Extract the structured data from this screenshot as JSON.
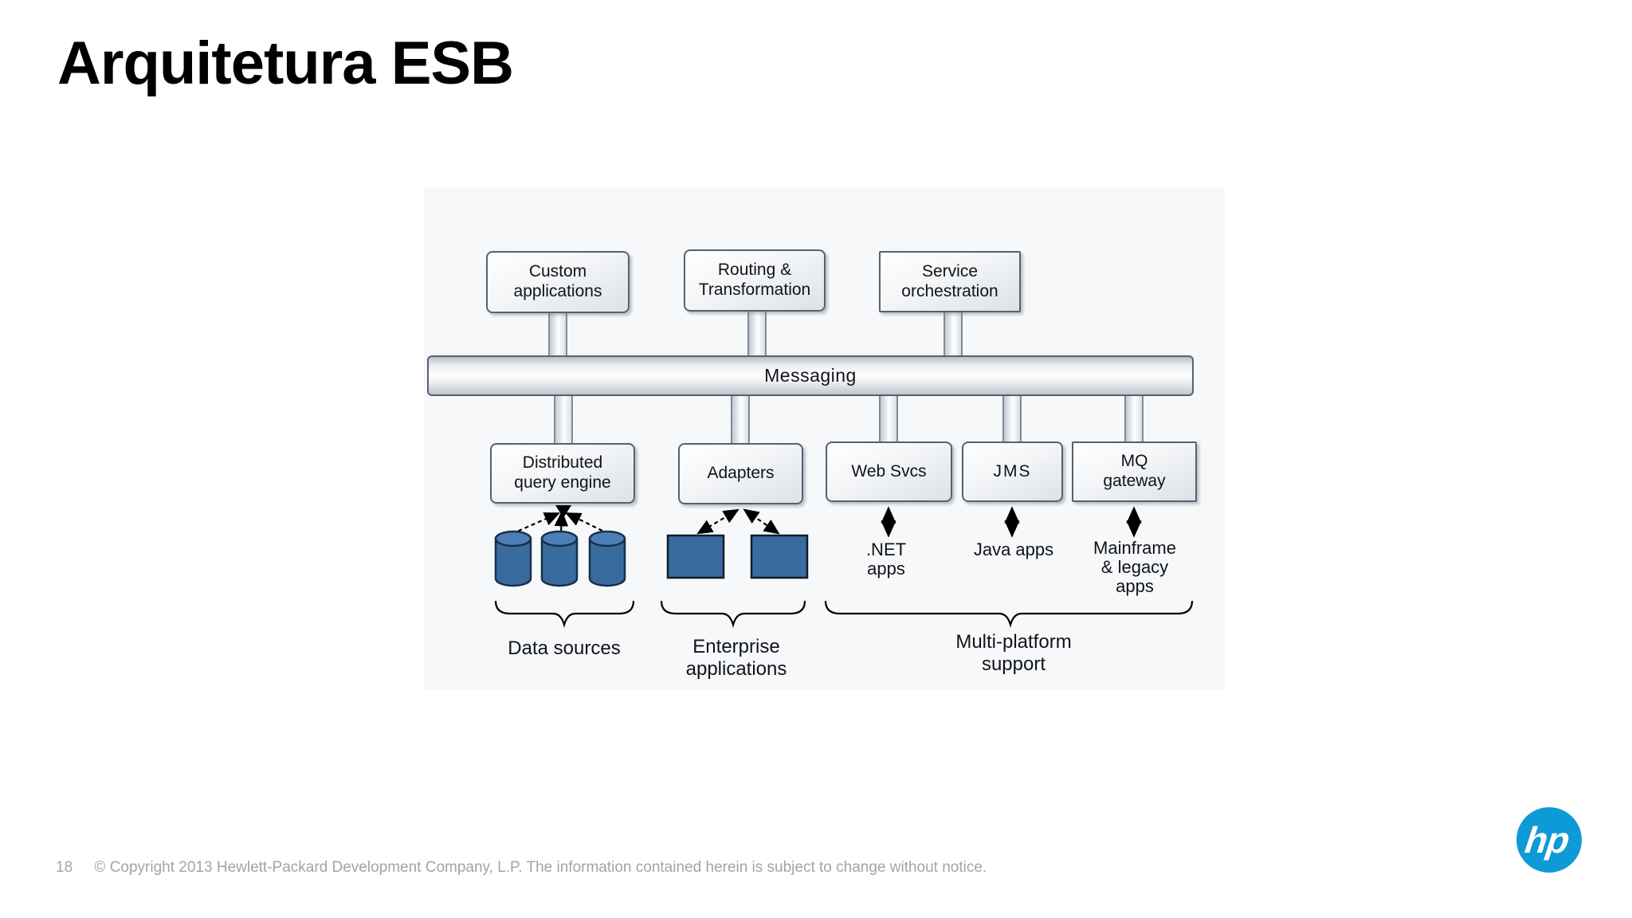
{
  "slide": {
    "title": "Arquitetura ESB",
    "page_number": "18",
    "copyright": "© Copyright 2013 Hewlett-Packard Development Company, L.P.  The information contained herein is subject to change without notice.",
    "logo_text": "hp"
  },
  "diagram": {
    "bus_label": "Messaging",
    "top_nodes": [
      {
        "label": "Custom\napplications"
      },
      {
        "label": "Routing &\nTransformation"
      },
      {
        "label": "Service\norchestration"
      }
    ],
    "bottom_nodes": [
      {
        "label": "Distributed\nquery engine"
      },
      {
        "label": "Adapters"
      },
      {
        "label": "Web Svcs"
      },
      {
        "label": "JMS"
      },
      {
        "label": "MQ\ngateway"
      }
    ],
    "endpoints": [
      {
        "label": ".NET\napps"
      },
      {
        "label": "Java apps"
      },
      {
        "label": "Mainframe\n& legacy\napps"
      }
    ],
    "groups": [
      {
        "label": "Data sources"
      },
      {
        "label": "Enterprise\napplications"
      },
      {
        "label": "Multi-platform\nsupport"
      }
    ],
    "colors": {
      "database_blue": "#3a6b9f",
      "database_top_blue": "#4d7fb5",
      "node_border": "#55626f",
      "hp_blue": "#0d9ad6",
      "footer_gray": "#a2a4a7"
    }
  }
}
